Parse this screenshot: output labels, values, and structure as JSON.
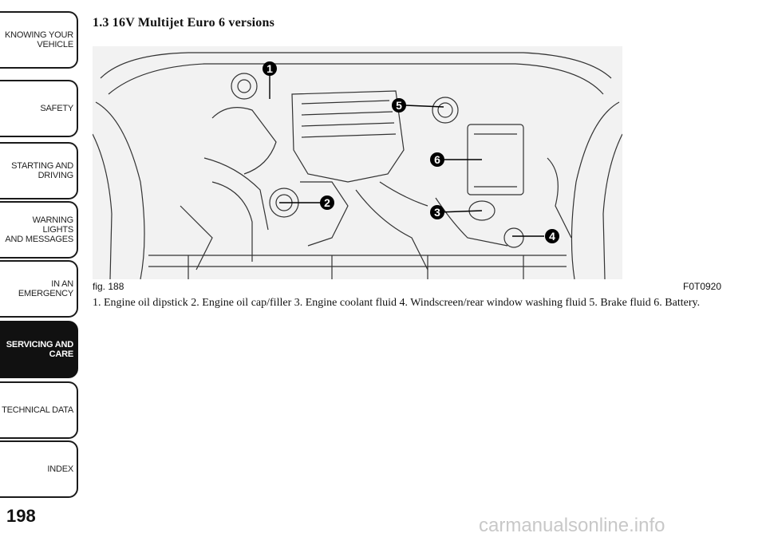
{
  "sidebar": {
    "tabs": [
      {
        "label": "KNOWING YOUR\nVEHICLE",
        "active": false
      },
      {
        "label": "SAFETY",
        "active": false
      },
      {
        "label": "STARTING AND\nDRIVING",
        "active": false
      },
      {
        "label": "WARNING LIGHTS\nAND MESSAGES",
        "active": false
      },
      {
        "label": "IN AN EMERGENCY",
        "active": false
      },
      {
        "label": "SERVICING AND\nCARE",
        "active": true
      },
      {
        "label": "TECHNICAL DATA",
        "active": false
      },
      {
        "label": "INDEX",
        "active": false
      }
    ]
  },
  "page": {
    "number": "198",
    "section_title": "1.3 16V Multijet Euro 6 versions"
  },
  "figure": {
    "label": "fig. 188",
    "code": "F0T0920",
    "callouts": [
      "1",
      "2",
      "3",
      "4",
      "5",
      "6"
    ]
  },
  "caption": "1. Engine oil dipstick 2. Engine oil cap/filler 3. Engine coolant fluid 4. Windscreen/rear window washing fluid 5. Brake fluid 6. Battery.",
  "watermark": "carmanualsonline.info"
}
